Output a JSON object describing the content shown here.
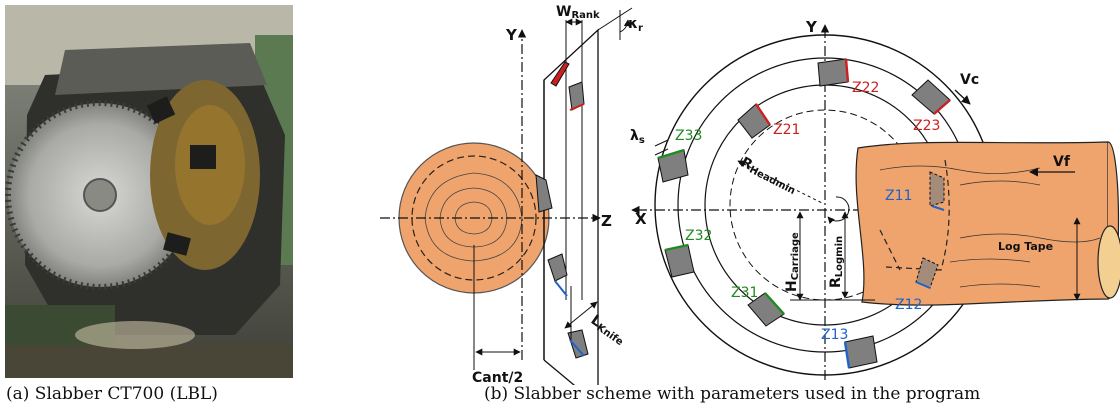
{
  "captions": {
    "a": "(a) Slabber CT700 (LBL)",
    "b": "(b) Slabber scheme with parameters used in the program"
  },
  "colors": {
    "log": "#f0a46d",
    "red_zone": "#cc1f1f",
    "green_zone": "#1f8a1f",
    "blue_zone": "#1f62c8",
    "insert": "#7f7f7f"
  },
  "side_view": {
    "axis_y": "Y",
    "axis_z": "Z",
    "w_rank": {
      "main": "W",
      "sub": "Rank"
    },
    "kappa": {
      "main": "κ",
      "sub": "r"
    },
    "cant": "Cant/2",
    "l_knife": {
      "main": "L",
      "sub": "Knife"
    }
  },
  "front_view": {
    "axis_y": "Y",
    "axis_x": "X",
    "vc": "Vc",
    "vf": "Vf",
    "lambda": {
      "main": "λ",
      "sub": "s"
    },
    "r_headmin": {
      "main": "R",
      "sub": "Headmin"
    },
    "h_carriage": {
      "main": "H",
      "sub": "Carriage"
    },
    "r_logmin": {
      "main": "R",
      "sub": "Logmin"
    },
    "log_tape": "Log Tape",
    "zones": {
      "z22": "Z22",
      "z21": "Z21",
      "z23": "Z23",
      "z33": "Z33",
      "z32": "Z32",
      "z31": "Z31",
      "z11": "Z11",
      "z12": "Z12",
      "z13": "Z13"
    }
  }
}
